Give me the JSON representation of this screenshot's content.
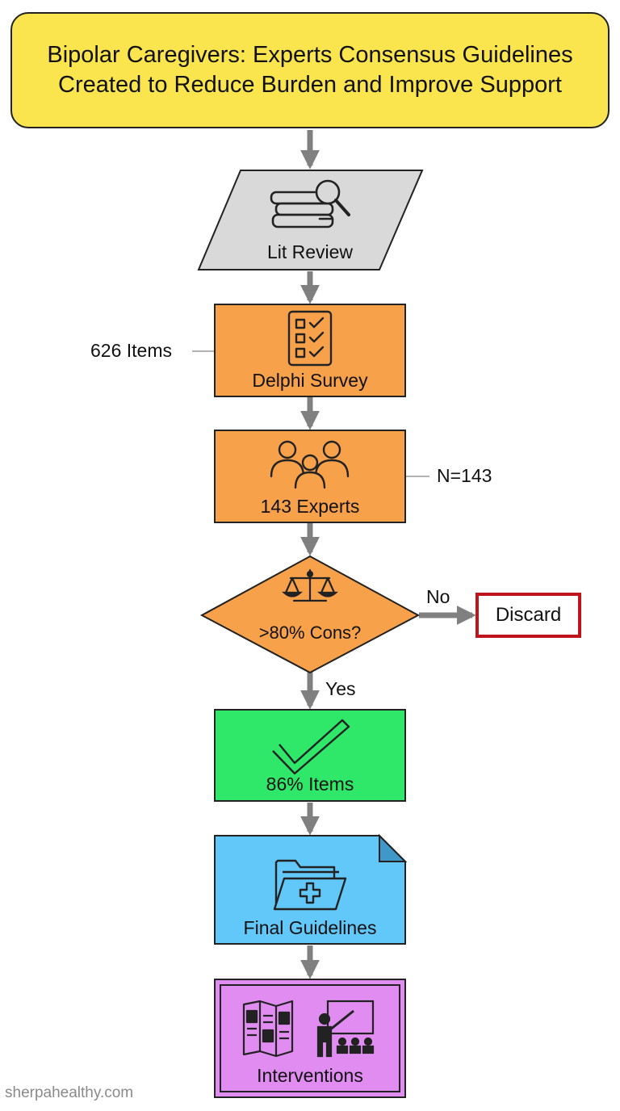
{
  "title": "Bipolar Caregivers: Experts Consensus Guidelines Created to Reduce Burden and Improve Support",
  "nodes": {
    "lit_review": "Lit Review",
    "delphi": "Delphi Survey",
    "experts": "143 Experts",
    "decision": ">80% Cons?",
    "discard": "Discard",
    "items": "86% Items",
    "guidelines": "Final Guidelines",
    "interventions": "Interventions"
  },
  "annotations": {
    "items_count": "626 Items",
    "sample_size": "N=143",
    "no": "No",
    "yes": "Yes"
  },
  "icons": {
    "lit_review": "books-magnifier-icon",
    "delphi": "checklist-icon",
    "experts": "people-group-icon",
    "decision": "scales-icon",
    "items": "checkmark-icon",
    "guidelines": "medical-folder-icon",
    "interventions": "brochure-and-presentation-icon"
  },
  "colors": {
    "title": "#fbe54f",
    "lit_review": "#d9d9d9",
    "orange": "#f7a14b",
    "green": "#2fe86a",
    "blue": "#62c8f9",
    "purple": "#e08cf0",
    "discard_border": "#c0141c",
    "arrow": "#808080"
  },
  "watermark": "sherpahealthy.com"
}
